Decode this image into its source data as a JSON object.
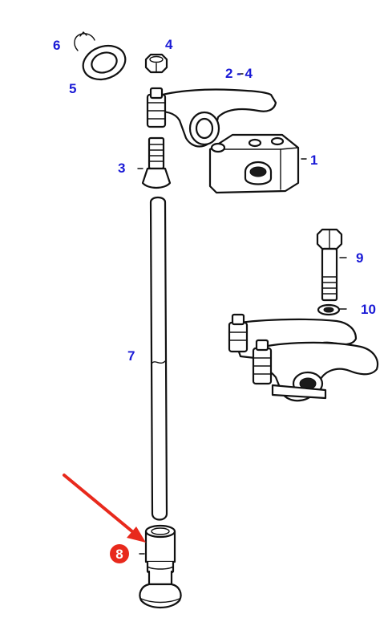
{
  "diagram": {
    "callout_color": "#1a1ad6",
    "highlight_color": "#e8291c",
    "callouts": {
      "c1": "1",
      "c2_4": "2 - 4",
      "c3": "3",
      "c4": "4",
      "c5": "5",
      "c6": "6",
      "c7": "7",
      "c8": "8",
      "c9": "9",
      "c10": "10"
    },
    "highlighted_part": "8"
  }
}
